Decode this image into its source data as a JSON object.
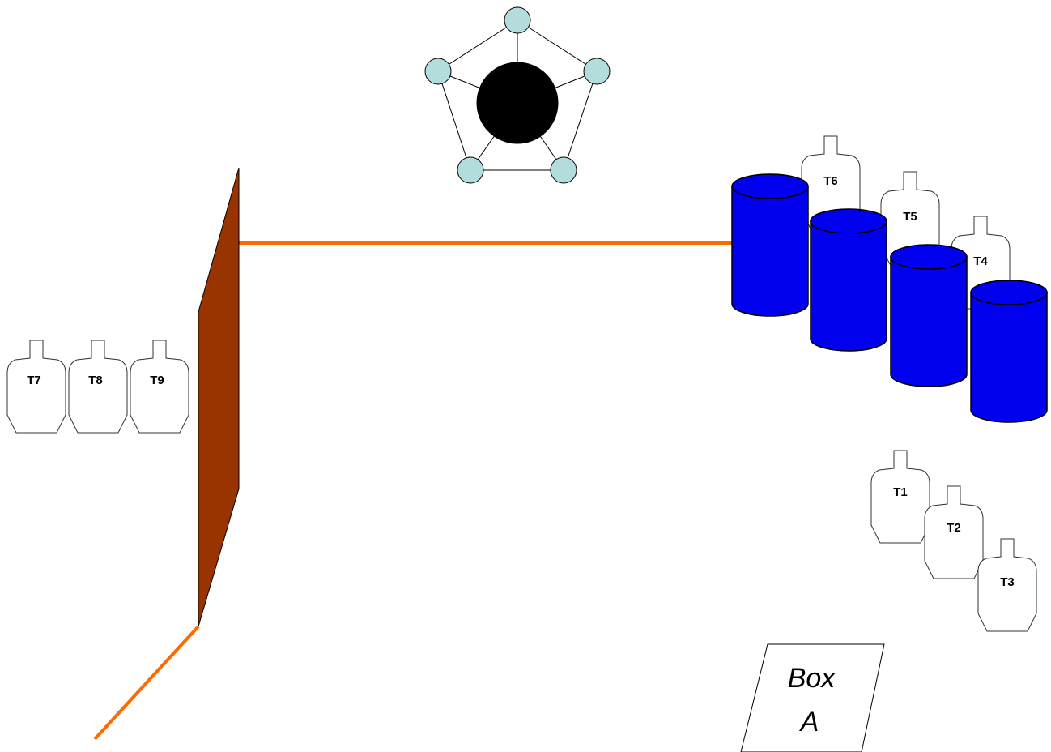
{
  "targets": [
    {
      "id": "t1",
      "label": "T1"
    },
    {
      "id": "t2",
      "label": "T2"
    },
    {
      "id": "t3",
      "label": "T3"
    },
    {
      "id": "t4",
      "label": "T4"
    },
    {
      "id": "t5",
      "label": "T5"
    },
    {
      "id": "t6",
      "label": "T6"
    },
    {
      "id": "t7",
      "label": "T7"
    },
    {
      "id": "t8",
      "label": "T8"
    },
    {
      "id": "t9",
      "label": "T9"
    }
  ],
  "box": {
    "line1": "Box",
    "line2": "A"
  },
  "colors": {
    "fault_line": "#ff6a00",
    "wall": "#993300",
    "barrel": "#0000ee",
    "star_center": "#000000",
    "star_nodes": "#b4dcdc",
    "target_fill": "#ffffff",
    "target_stroke": "#333333"
  }
}
